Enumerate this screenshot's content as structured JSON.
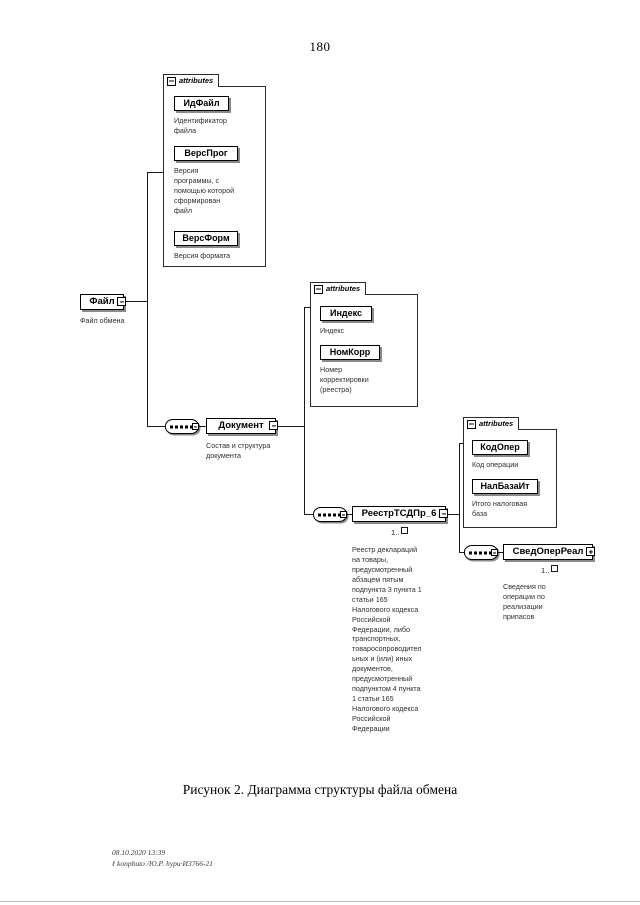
{
  "page": {
    "number": "180",
    "figure_caption": "Рисунок 2. Диаграмма структуры файла обмена",
    "footer_line1": "08.10.2020 13:39",
    "footer_line2": "ℓ konpbuto /Ю.Р. hypu·И3766-21"
  },
  "diagram": {
    "attributes_tab_label": "attributes",
    "multiplicity": "1..",
    "nodes": {
      "file": {
        "name": "Файл",
        "description": "Файл обмена"
      },
      "document": {
        "name": "Документ",
        "description": "Состав и структура\nдокумента"
      },
      "registry": {
        "name": "РеестрТСДПр_6",
        "multiplicity": "1..",
        "description": "Реестр деклараций\nна товары,\nпредусмотренный\nабзацем пятым\nподпункта 3 пункта 1\nстатьи 165\nНалогового кодекса\nРоссийской\nФедерации, либо\nтранспортных,\nтоваросопроводител\nьных и (или) иных\nдокументов,\nпредусмотренный\nподпунктом 4 пункта\n1 статьи 165\nНалогового кодекса\nРоссийской\nФедерации"
      },
      "operation": {
        "name": "СведОперРеал",
        "multiplicity": "1..",
        "description": "Сведения по\nоперации по\nреализации\nприпасов"
      }
    },
    "attribute_panels": {
      "file_attrs": [
        {
          "name": "ИдФайл",
          "description": "Идентификатор\nфайла"
        },
        {
          "name": "ВерсПрог",
          "description": "Версия\nпрограммы, с\nпомощью которой\nсформирован\nфайл"
        },
        {
          "name": "ВерсФорм",
          "description": "Версия формата"
        }
      ],
      "document_attrs": [
        {
          "name": "Индекс",
          "description": "Индекс"
        },
        {
          "name": "НомКорр",
          "description": "Номер\nкорректировки\n(реестра)"
        }
      ],
      "registry_attrs": [
        {
          "name": "КодОпер",
          "description": "Код операции"
        },
        {
          "name": "НалБазаИт",
          "description": "Итого налоговая\nбаза"
        }
      ]
    }
  }
}
